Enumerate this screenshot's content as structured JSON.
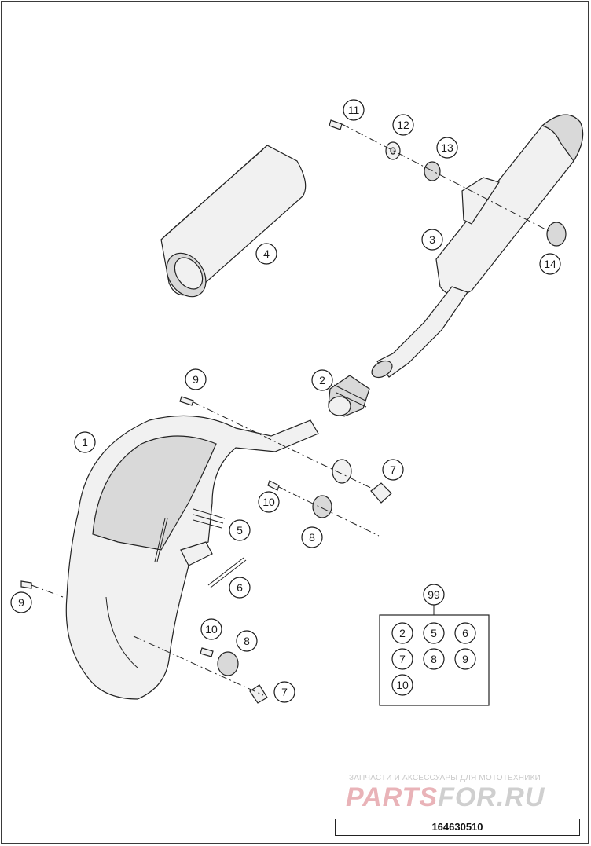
{
  "callouts": {
    "c1": "1",
    "c2": "2",
    "c3": "3",
    "c4": "4",
    "c5": "5",
    "c6": "6",
    "c7a": "7",
    "c7b": "7",
    "c8a": "8",
    "c8b": "8",
    "c9a": "9",
    "c9b": "9",
    "c10a": "10",
    "c10b": "10",
    "c11": "11",
    "c12": "12",
    "c13": "13",
    "c14": "14"
  },
  "kit": {
    "number": "99",
    "items": [
      "2",
      "5",
      "6",
      "7",
      "8",
      "9",
      "10"
    ]
  },
  "watermark": {
    "tagline": "ЗАПЧАСТИ И АКСЕССУАРЫ ДЛЯ МОТОТЕХНИКИ",
    "brand_a": "PARTS",
    "brand_b": "FOR.RU"
  },
  "part_number": "164630510",
  "colors": {
    "line": "#222222",
    "watermark_red": "#e9b3b8",
    "watermark_gray": "#cfcfcf"
  }
}
